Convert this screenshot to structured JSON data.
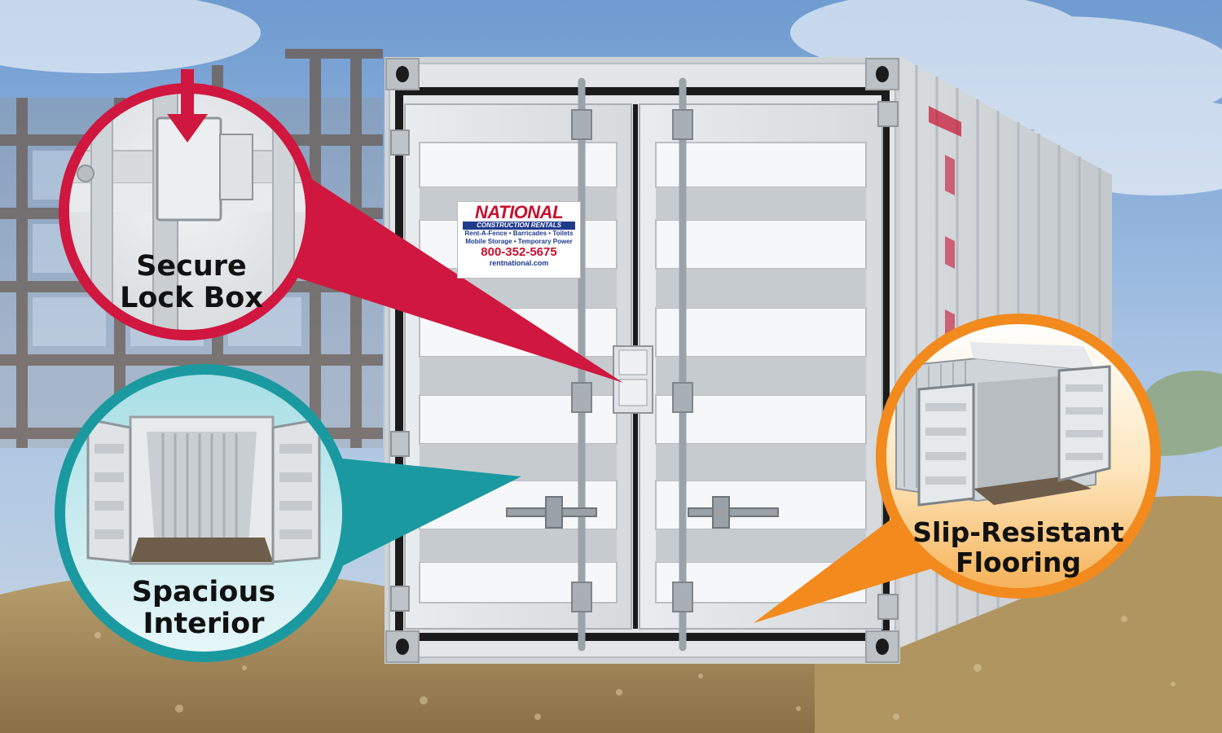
{
  "callouts": {
    "lock_box": {
      "line1": "Secure",
      "line2": "Lock Box",
      "color": "#d0173f",
      "icon": "down-arrow-icon"
    },
    "interior": {
      "line1": "Spacious",
      "line2": "Interior",
      "color": "#1a9aa0"
    },
    "flooring": {
      "line1": "Slip-Resistant",
      "line2": "Flooring",
      "color": "#f28a1e"
    }
  },
  "sticker": {
    "brand": "NATIONAL",
    "subtitle": "CONSTRUCTION RENTALS",
    "services_line1": "Rent-A-Fence • Barricades • Toilets",
    "services_line2": "Mobile Storage • Temporary Power",
    "phone": "800-352-5675",
    "website": "rentnational.com",
    "brand_color": "#c8102e",
    "accent_color": "#1f3b8c"
  }
}
